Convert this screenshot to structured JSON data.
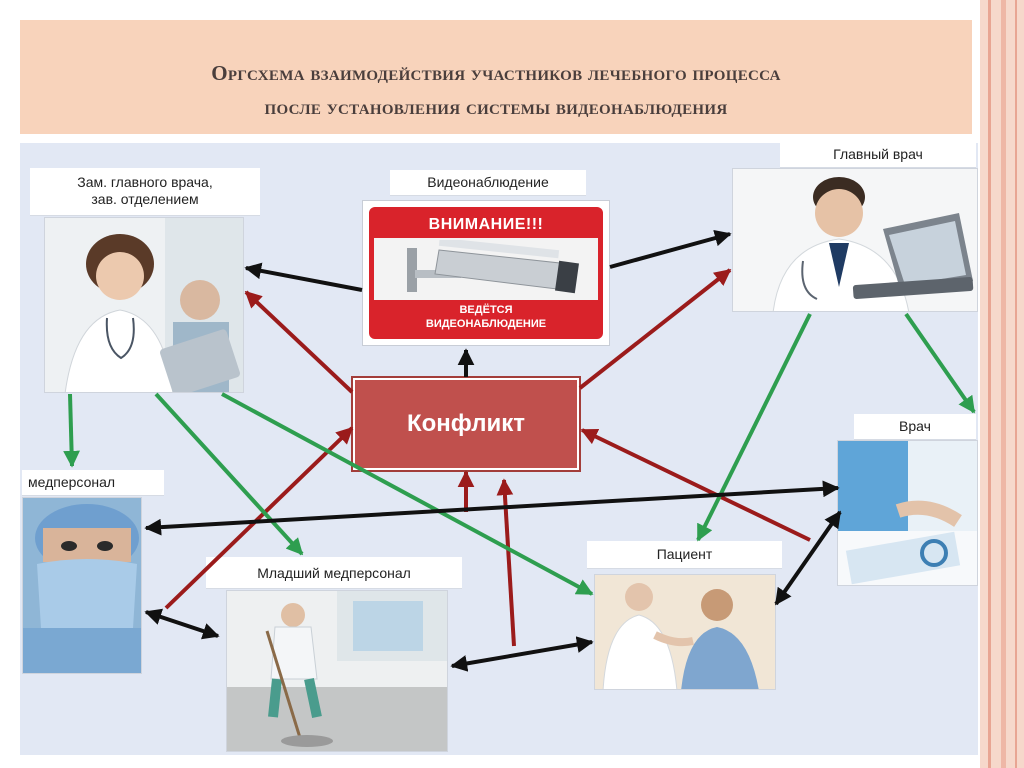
{
  "slide": {
    "title_line1": "Оргсхема взаимодействия участников лечебного процесса",
    "title_line2": "после установления системы видеонаблюдения"
  },
  "nodes": {
    "deputy": {
      "label_line1": "Зам. главного врача,",
      "label_line2": "зав. отделением"
    },
    "surveillance": {
      "label": "Видеонаблюдение"
    },
    "chief": {
      "label": "Главный врач"
    },
    "doctor": {
      "label": "Врач"
    },
    "medstaff": {
      "label": "медперсонал"
    },
    "junior": {
      "label": "Младший  медперсонал"
    },
    "patient": {
      "label": "Пациент"
    },
    "conflict": {
      "label": "Конфликт"
    }
  },
  "sign": {
    "top_text": "ВНИМАНИЕ!!!",
    "bottom_line1": "ВЕДЁТСЯ",
    "bottom_line2": "ВИДЕОНАБЛЮДЕНИЕ"
  },
  "colors": {
    "title_band": "#f8d3bb",
    "canvas": "#e2e8f4",
    "conflict_box": "#c0504d",
    "arrow_black": "#111111",
    "arrow_red": "#9b1b1b",
    "arrow_green": "#2e9e4f",
    "sign_red": "#d9232b"
  },
  "edges": [
    {
      "from": "surveillance",
      "to": "deputy",
      "color": "black"
    },
    {
      "from": "surveillance",
      "to": "chief",
      "color": "black"
    },
    {
      "from": "conflict",
      "to": "surveillance",
      "color": "black"
    },
    {
      "from": "conflict",
      "to": "deputy",
      "color": "red"
    },
    {
      "from": "conflict",
      "to": "chief",
      "color": "red"
    },
    {
      "from": "doctor",
      "to": "conflict",
      "color": "red"
    },
    {
      "from": "medstaff",
      "to": "conflict",
      "color": "red"
    },
    {
      "from": "junior",
      "to": "conflict",
      "color": "red"
    },
    {
      "from": "patient",
      "to": "conflict",
      "color": "red"
    },
    {
      "from": "deputy",
      "to": "medstaff",
      "color": "green"
    },
    {
      "from": "deputy",
      "to": "junior",
      "color": "green"
    },
    {
      "from": "deputy",
      "to": "patient",
      "color": "green"
    },
    {
      "from": "chief",
      "to": "doctor",
      "color": "green"
    },
    {
      "from": "chief",
      "to": "patient",
      "color": "green"
    },
    {
      "from": "medstaff",
      "to": "doctor",
      "color": "black",
      "bidirectional": true
    },
    {
      "from": "medstaff",
      "to": "junior",
      "color": "black",
      "bidirectional": true
    },
    {
      "from": "junior",
      "to": "patient",
      "color": "black",
      "bidirectional": true
    },
    {
      "from": "patient",
      "to": "doctor",
      "color": "black",
      "bidirectional": true
    }
  ]
}
